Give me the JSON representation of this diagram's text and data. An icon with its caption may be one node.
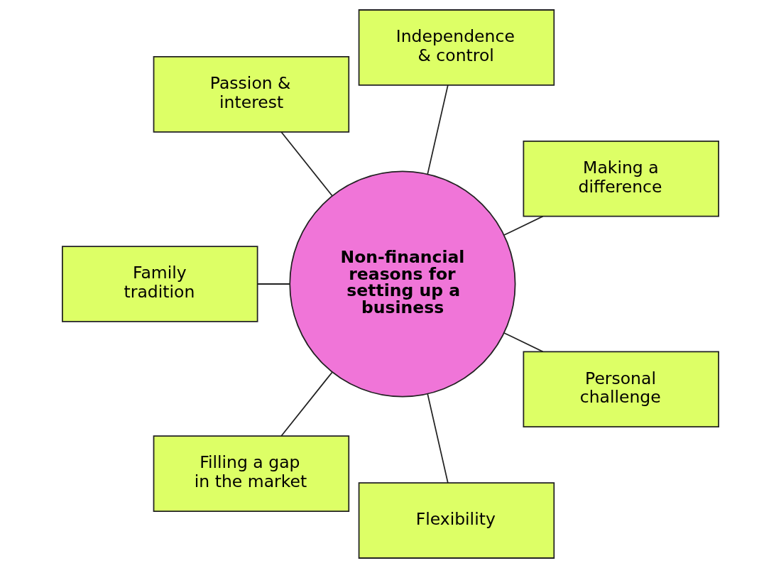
{
  "diagram": {
    "nodes": [
      {
        "text": [
          "Non-financial reasons for setting up a business"
        ]
      },
      {
        "text": [
          "Independence & control"
        ]
      },
      {
        "text": [
          "Passion & interest"
        ]
      },
      {
        "text": [
          "Making a difference"
        ]
      },
      {
        "text": [
          "Family tradition"
        ]
      },
      {
        "text": [
          "Personal challenge"
        ]
      },
      {
        "text": [
          "Filling a gap in the market"
        ]
      },
      {
        "text": [
          "Flexibility"
        ]
      }
    ],
    "edges": [
      {
        "from": 0,
        "to": 1,
        "arrow": "none"
      },
      {
        "from": 0,
        "to": 3,
        "arrow": "none"
      },
      {
        "from": 0,
        "to": 5,
        "arrow": "none"
      },
      {
        "from": 0,
        "to": 7,
        "arrow": "none"
      },
      {
        "from": 0,
        "to": 6,
        "arrow": "none"
      },
      {
        "from": 0,
        "to": 4,
        "arrow": "none"
      },
      {
        "from": 0,
        "to": 2,
        "arrow": "none"
      }
    ]
  }
}
